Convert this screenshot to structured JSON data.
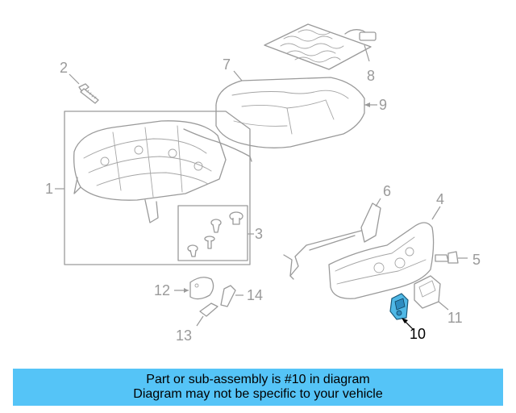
{
  "colors": {
    "banner": "#55c4f7",
    "highlight_part": "#4fb8e6",
    "line_art": "#9a9a9a",
    "text_active": "#000000"
  },
  "callouts": [
    {
      "id": "1",
      "label": "1"
    },
    {
      "id": "2",
      "label": "2"
    },
    {
      "id": "3",
      "label": "3"
    },
    {
      "id": "4",
      "label": "4"
    },
    {
      "id": "5",
      "label": "5"
    },
    {
      "id": "6",
      "label": "6"
    },
    {
      "id": "7",
      "label": "7"
    },
    {
      "id": "8",
      "label": "8"
    },
    {
      "id": "9",
      "label": "9"
    },
    {
      "id": "10",
      "label": "10",
      "highlighted": true
    },
    {
      "id": "11",
      "label": "11"
    },
    {
      "id": "12",
      "label": "12"
    },
    {
      "id": "13",
      "label": "13"
    },
    {
      "id": "14",
      "label": "14"
    }
  ],
  "caption": {
    "line1": "Part or sub-assembly is #10 in diagram",
    "line2": "Diagram may not be specific to your vehicle"
  }
}
